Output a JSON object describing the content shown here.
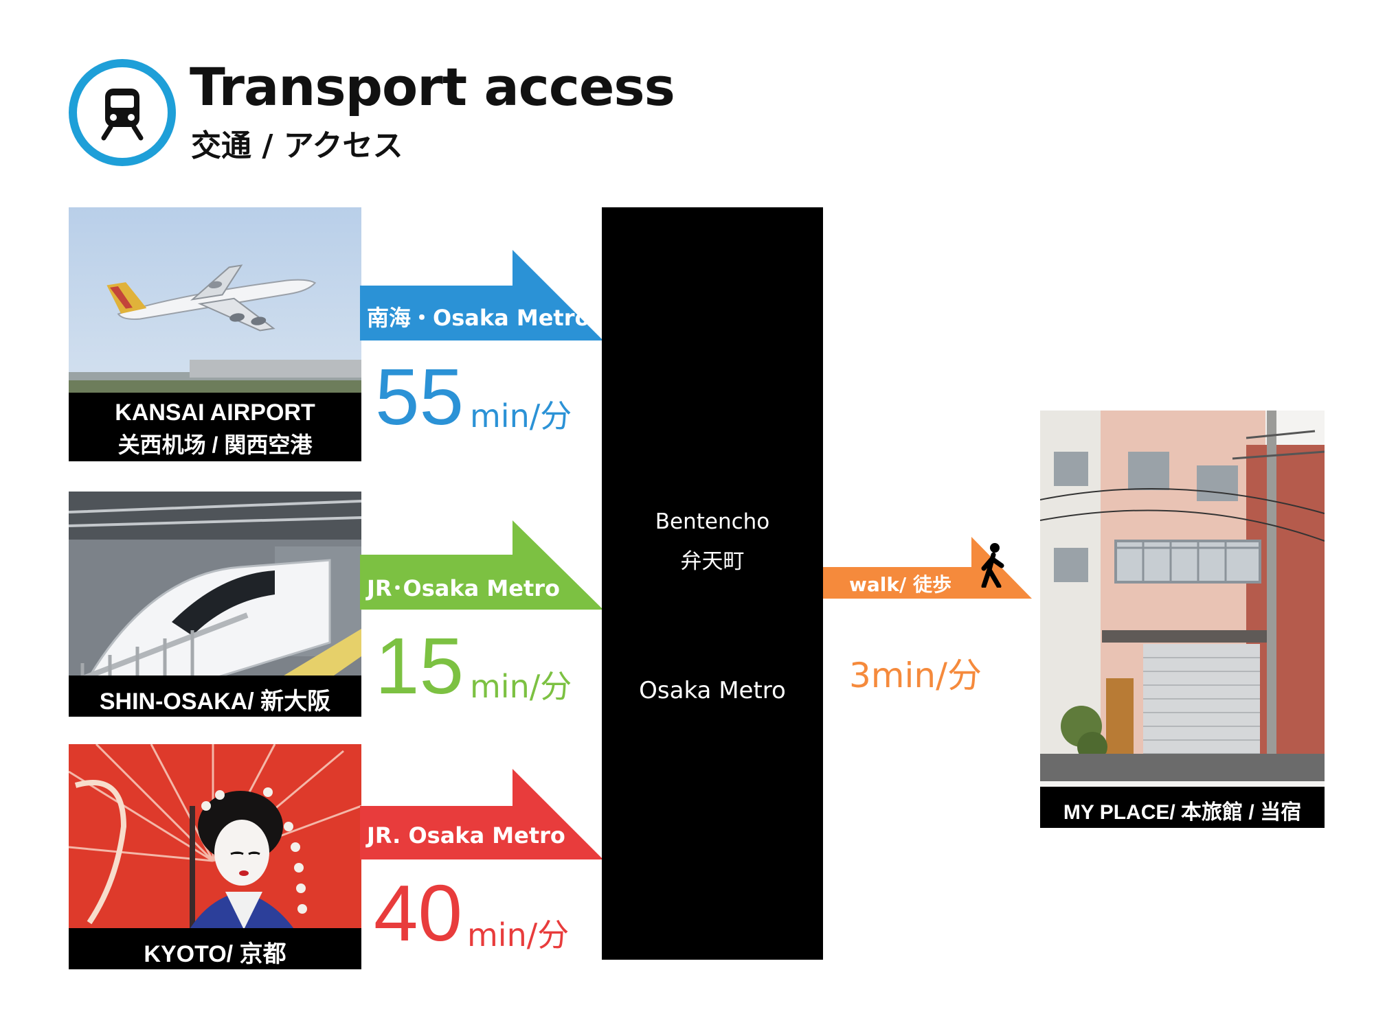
{
  "header": {
    "title": "Transport access",
    "subtitle": "交通 / アクセス"
  },
  "origins": [
    {
      "name": "KANSAI AIRPORT",
      "name_local": "关西机场 / 関西空港",
      "line": "南海・Osaka Metro",
      "minutes": "55",
      "unit": "min/分",
      "color": "#2b92d6"
    },
    {
      "name": "SHIN-OSAKA/ 新大阪",
      "line": "JR･Osaka Metro",
      "minutes": "15",
      "unit": "min/分",
      "color": "#7cc142"
    },
    {
      "name": "KYOTO/ 京都",
      "line": "JR. Osaka Metro",
      "minutes": "40",
      "unit": "min/分",
      "color": "#e83c3c"
    }
  ],
  "station": {
    "name": "Bentencho",
    "name_local": "弁天町",
    "line": "Osaka Metro"
  },
  "walk": {
    "label": "walk/ 徒歩",
    "duration": "3min/分",
    "color": "#f58a3c"
  },
  "destination": {
    "name": "MY PLACE/ 本旅館 / 当宿"
  }
}
